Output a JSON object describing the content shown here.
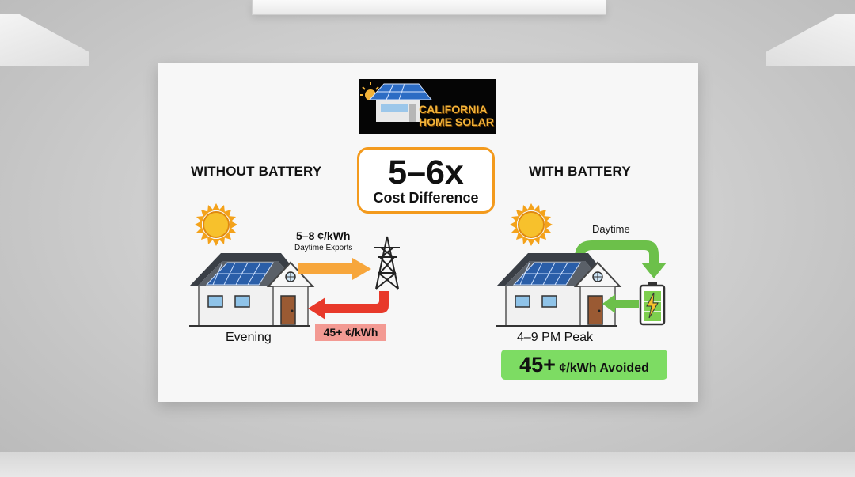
{
  "brand": {
    "name_line1": "CALIFORNIA",
    "name_line2": "HOME SOLAR"
  },
  "without_battery": {
    "heading": "WITHOUT BATTERY",
    "export_rate": "5–8 ¢/kWh",
    "export_label": "Daytime Exports",
    "time_label": "Evening",
    "import_rate": "45+ ¢/kWh"
  },
  "comparison": {
    "multiple": "5–6x",
    "label": "Cost Difference"
  },
  "with_battery": {
    "heading": "WITH BATTERY",
    "charge_label": "Daytime",
    "time_label": "4–9 PM Peak",
    "avoided_value": "45+",
    "avoided_label": "¢/kWh Avoided"
  },
  "icons": [
    "sun-icon",
    "house-icon",
    "transmission-tower-icon",
    "battery-icon",
    "arrow-icon"
  ],
  "colors": {
    "accent_orange": "#f39a1d",
    "import_red": "#e8392a",
    "green": "#6cc04a",
    "highlight_green": "#7ddc63",
    "highlight_red": "#f39a93"
  }
}
